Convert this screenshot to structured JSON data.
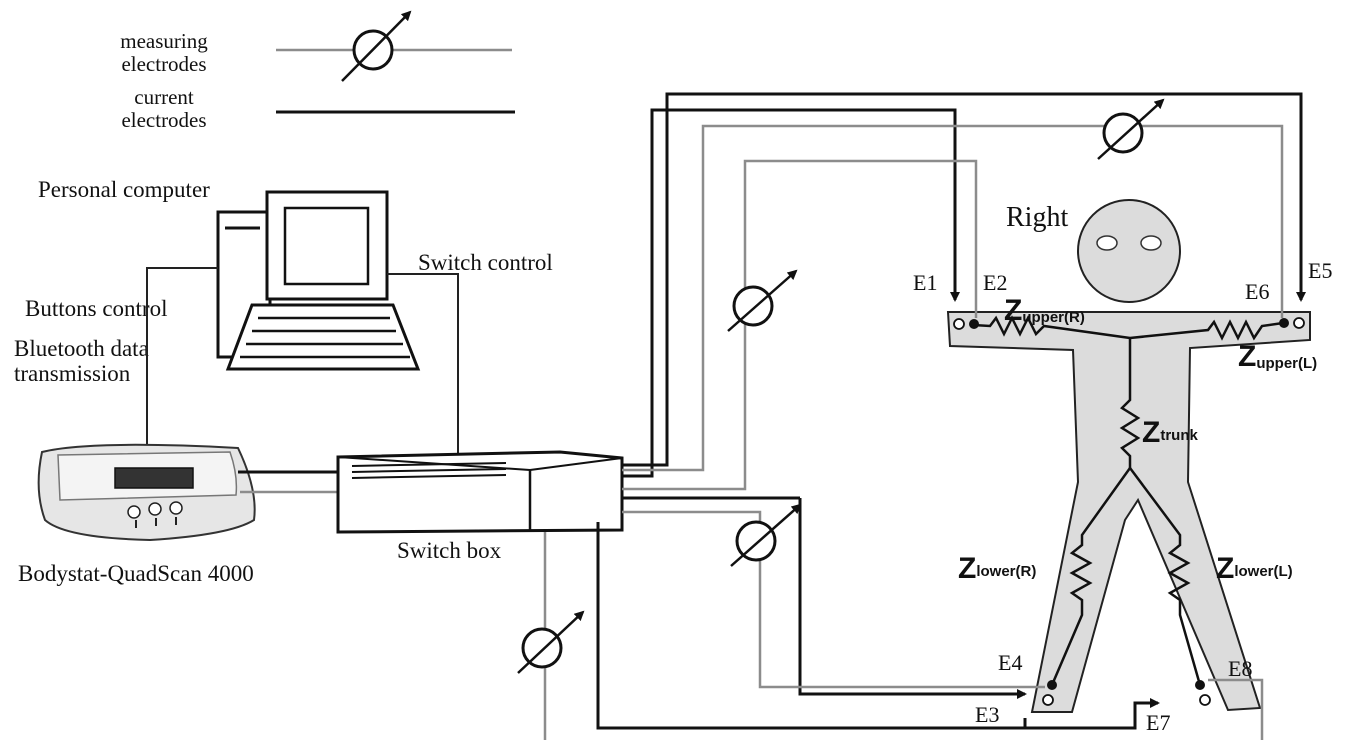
{
  "legend": {
    "measuring": [
      "measuring",
      "electrodes"
    ],
    "current": [
      "current",
      "electrodes"
    ]
  },
  "labels": {
    "personal_computer": "Personal computer",
    "switch_control": "Switch control",
    "buttons_control": "Buttons control",
    "bluetooth": [
      "Bluetooth data",
      "transmission"
    ],
    "device": "Bodystat-QuadScan 4000",
    "switch_box": "Switch box",
    "right": "Right"
  },
  "electrodes": {
    "e1": "E1",
    "e2": "E2",
    "e3": "E3",
    "e4": "E4",
    "e5": "E5",
    "e6": "E6",
    "e7": "E7",
    "e8": "E8"
  },
  "impedances": {
    "upper_r": {
      "main": "Z",
      "sub": "upper(R)"
    },
    "upper_l": {
      "main": "Z",
      "sub": "upper(L)"
    },
    "trunk": {
      "main": "Z",
      "sub": "trunk"
    },
    "lower_r": {
      "main": "Z",
      "sub": "lower(R)"
    },
    "lower_l": {
      "main": "Z",
      "sub": "lower(L)"
    }
  },
  "colors": {
    "current_wire": "#111111",
    "measuring_wire": "#8c8c8c",
    "body_fill": "#dcdcdc"
  }
}
